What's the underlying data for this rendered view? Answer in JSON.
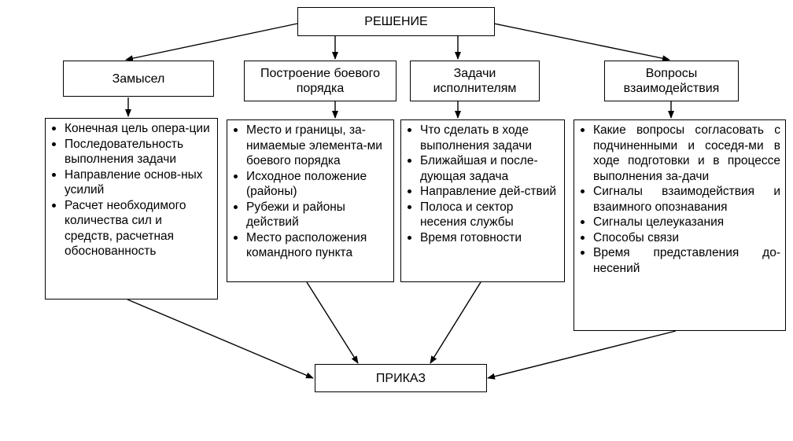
{
  "decision": "РЕШЕНИЕ",
  "order": "ПРИКАЗ",
  "columns": [
    {
      "title_lines": [
        "Замысел"
      ],
      "items": [
        "Конечная цель опера-ции",
        "Последовательность выполнения задачи",
        "Направление основ-ных усилий",
        "Расчет необходимого количества сил и средств, расчетная обоснованность"
      ]
    },
    {
      "title_lines": [
        "Построение боевого",
        "порядка"
      ],
      "items": [
        "Место и границы, за-нимаемые элемента-ми боевого порядка",
        "Исходное положение (районы)",
        "Рубежи и районы действий",
        "Место расположения командного пункта"
      ]
    },
    {
      "title_lines": [
        "Задачи",
        "исполнителям"
      ],
      "items": [
        "Что сделать в ходе выполнения задачи",
        "Ближайшая и после-дующая задача",
        "Направление дей-ствий",
        "Полоса и сектор несения службы",
        "Время готовности"
      ]
    },
    {
      "title_lines": [
        "Вопросы",
        "взаимодействия"
      ],
      "items": [
        "Какие вопросы согласовать с подчиненными и соседя-ми в ходе подготовки и в процессе выполнения за-дачи",
        "Сигналы взаимодействия и взаимного опознавания",
        "Сигналы целеуказания",
        "Способы связи",
        "Время представления до-несений"
      ]
    }
  ]
}
